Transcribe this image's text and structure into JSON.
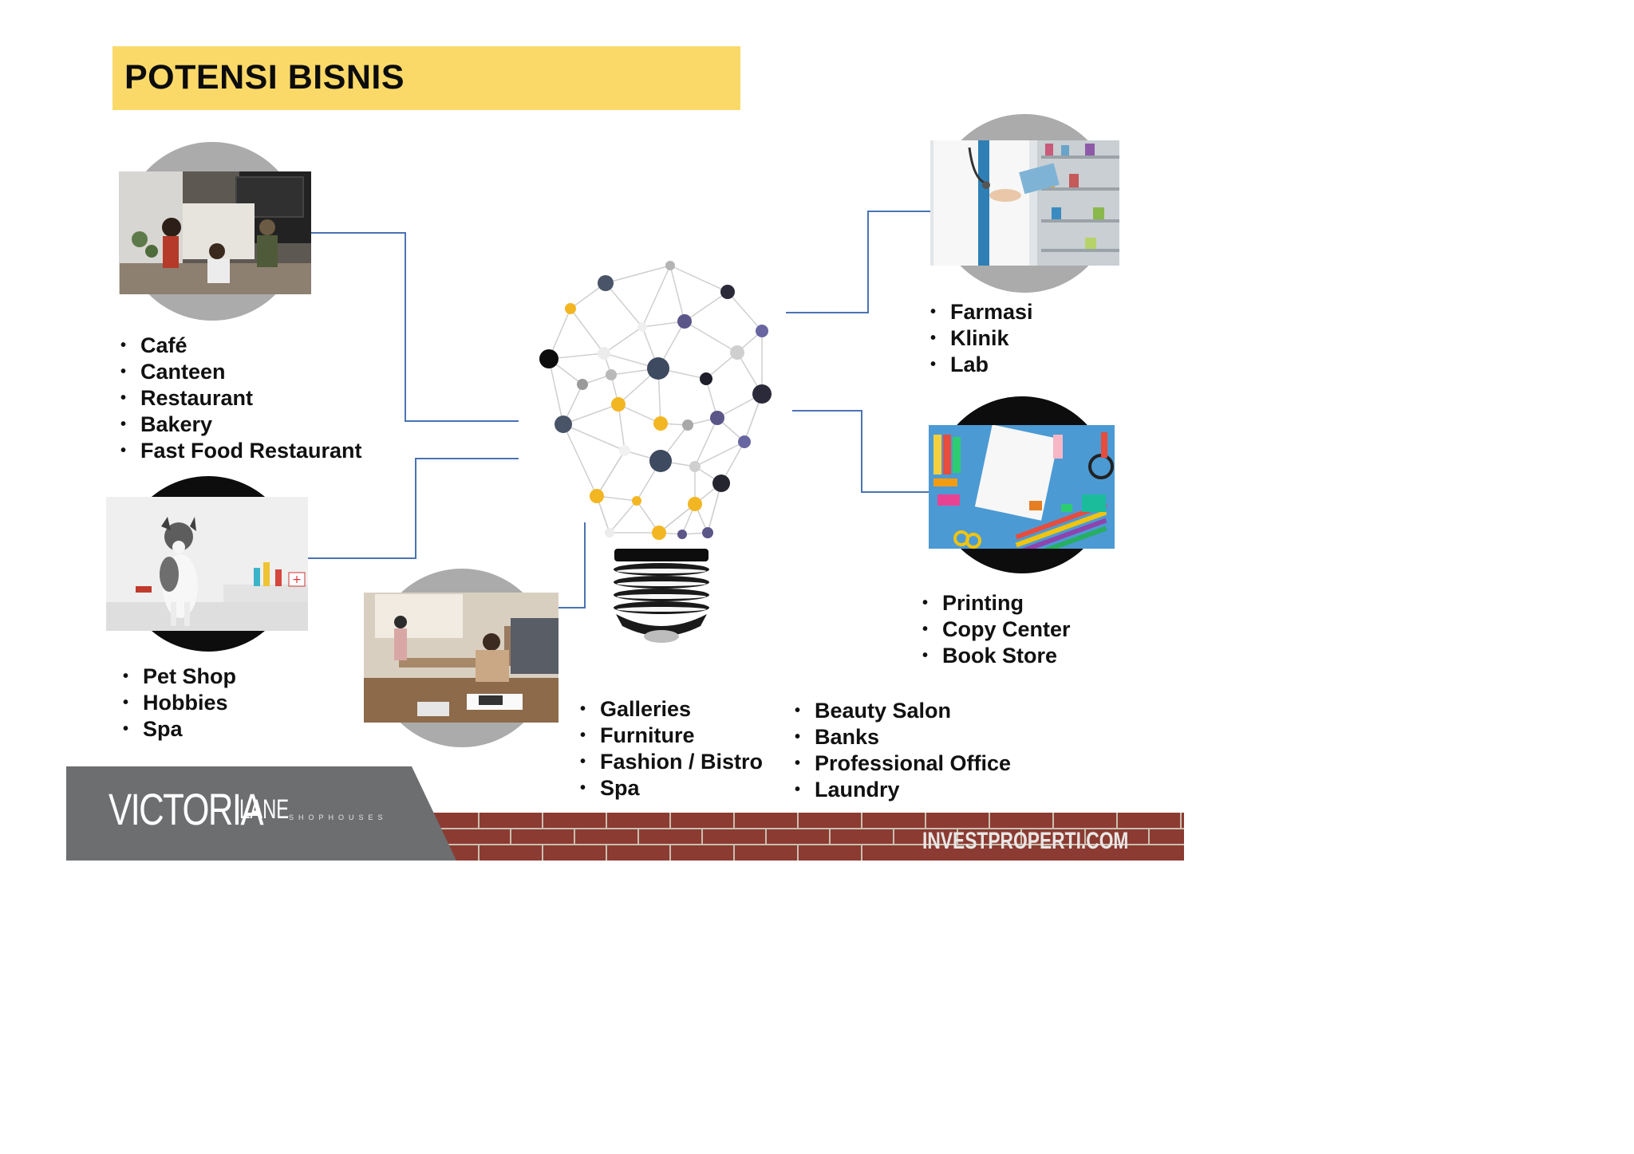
{
  "header": {
    "title": "POTENSI BISNIS"
  },
  "lists": {
    "food": [
      "Café",
      "Canteen",
      "Restaurant",
      "Bakery",
      "Fast Food Restaurant"
    ],
    "pet": [
      "Pet Shop",
      "Hobbies",
      "Spa"
    ],
    "gallery": [
      "Galleries",
      "Furniture",
      "Fashion / Bistro",
      "Spa"
    ],
    "beauty": [
      "Beauty Salon",
      "Banks",
      "Professional Office",
      "Laundry"
    ],
    "health": [
      "Farmasi",
      "Klinik",
      "Lab"
    ],
    "print": [
      "Printing",
      "Copy Center",
      "Book Store"
    ]
  },
  "footer": {
    "brand_main": "VICTORIA",
    "brand_second": "LANE",
    "brand_sub": "SHOPHOUSES",
    "website": "INVESTPROPERTI.COM"
  },
  "colors": {
    "title_bar": "#fad968",
    "connector": "#4a73b3",
    "accent_yellow": "#f3b623",
    "node_purple": "#5b5688"
  }
}
